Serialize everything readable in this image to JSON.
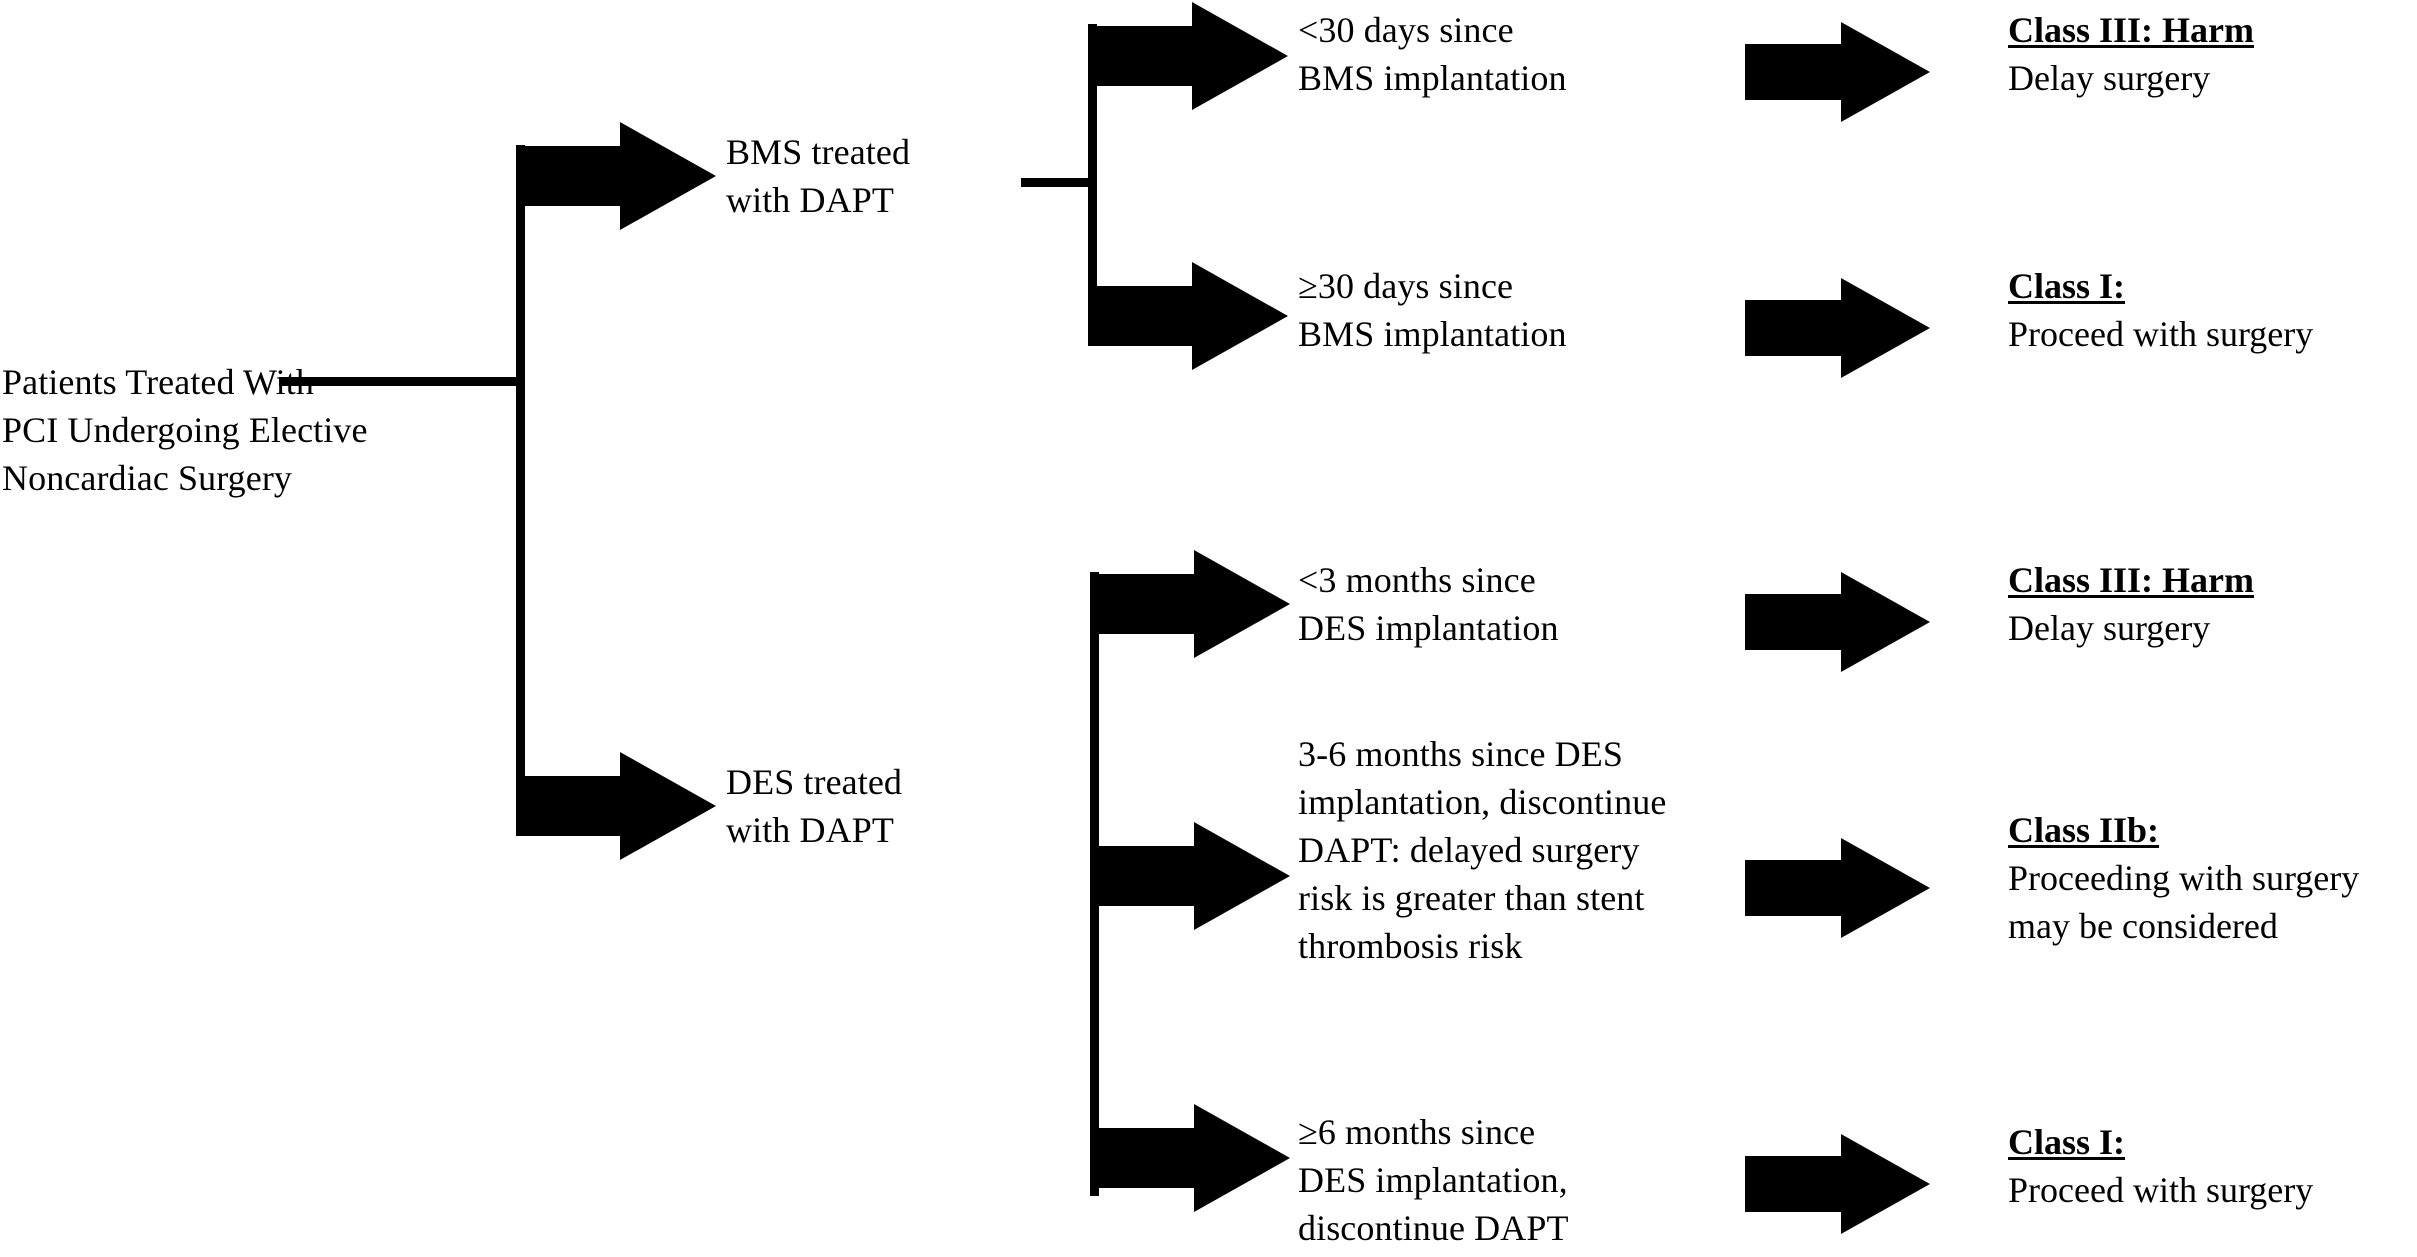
{
  "diagram": {
    "title_text": "Patients Treated With PCI Undergoing Elective Noncardiac Surgery",
    "root": {
      "label": "Patients Treated With\nPCI Undergoing Elective\nNoncardiac Surgery"
    },
    "branches": [
      {
        "id": "bms",
        "label": "BMS treated\nwith DAPT",
        "children": [
          {
            "id": "bms-lt30",
            "label": "<30 days since\nBMS implantation",
            "outcome": {
              "title": "Class III: Harm",
              "body": "Delay surgery"
            }
          },
          {
            "id": "bms-ge30",
            "label": "≥30 days since\nBMS implantation",
            "outcome": {
              "title": "Class I:",
              "body": "Proceed with surgery"
            }
          }
        ]
      },
      {
        "id": "des",
        "label": "DES treated\nwith DAPT",
        "children": [
          {
            "id": "des-lt3",
            "label": "<3 months since\nDES implantation",
            "outcome": {
              "title": "Class III: Harm",
              "body": "Delay surgery"
            }
          },
          {
            "id": "des-3to6",
            "label": "3-6 months since DES\nimplantation, discontinue\nDAPT: delayed surgery\nrisk is greater than stent\nthrombosis risk",
            "outcome": {
              "title": "Class IIb:",
              "body": "Proceeding with surgery\nmay be considered"
            }
          },
          {
            "id": "des-ge6",
            "label": "≥6 months since\nDES implantation,\ndiscontinue DAPT",
            "outcome": {
              "title": "Class I:",
              "body": "Proceed with surgery"
            }
          }
        ]
      }
    ],
    "icons": {
      "arrow": "right-block-arrow-icon"
    },
    "colors": {
      "ink": "#000000",
      "background": "#ffffff"
    }
  }
}
